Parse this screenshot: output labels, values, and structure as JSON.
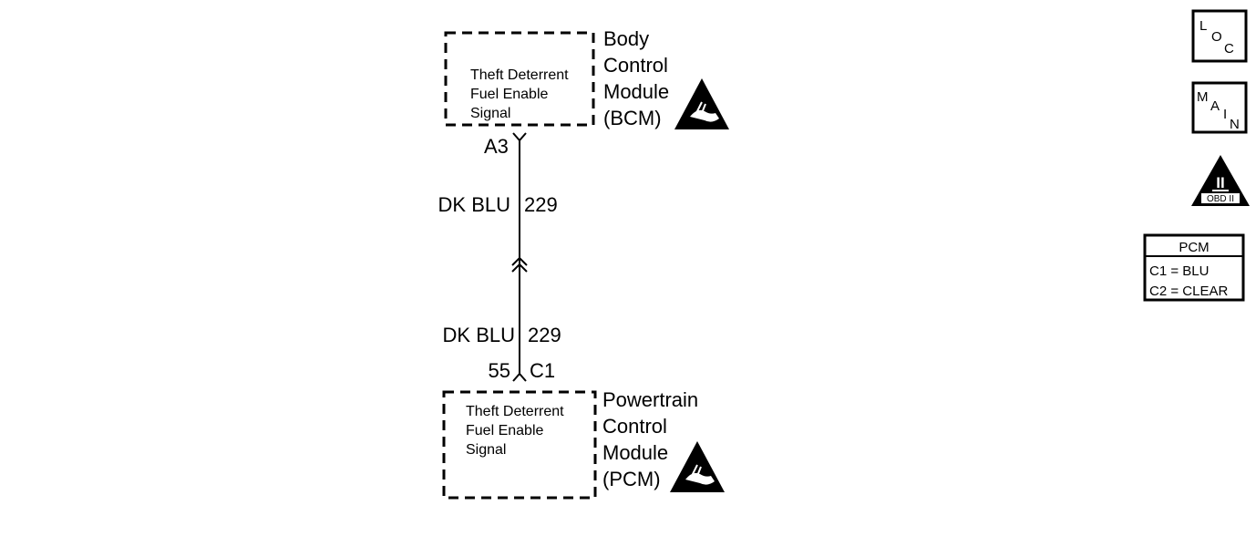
{
  "bcm": {
    "title_lines": [
      "Body",
      "Control",
      "Module",
      "(BCM)"
    ],
    "inner_lines": [
      "Theft Deterrent",
      "Fuel Enable",
      "Signal"
    ],
    "pin": "A3"
  },
  "pcm": {
    "title_lines": [
      "Powertrain",
      "Control",
      "Module",
      "(PCM)"
    ],
    "inner_lines": [
      "Theft Deterrent",
      "Fuel Enable",
      "Signal"
    ],
    "pin": "55",
    "connector": "C1"
  },
  "wire_upper": {
    "color": "DK BLU",
    "circuit": "229"
  },
  "wire_lower": {
    "color": "DK BLU",
    "circuit": "229"
  },
  "side_icons": {
    "loc": {
      "letters": [
        "L",
        "O",
        "C"
      ]
    },
    "main": {
      "letters": [
        "M",
        "A",
        "I",
        "N"
      ]
    },
    "obd": {
      "numeral": "II",
      "label": "OBD II"
    }
  },
  "legend": {
    "title": "PCM",
    "rows": [
      "C1 = BLU",
      "C2 = CLEAR"
    ]
  }
}
